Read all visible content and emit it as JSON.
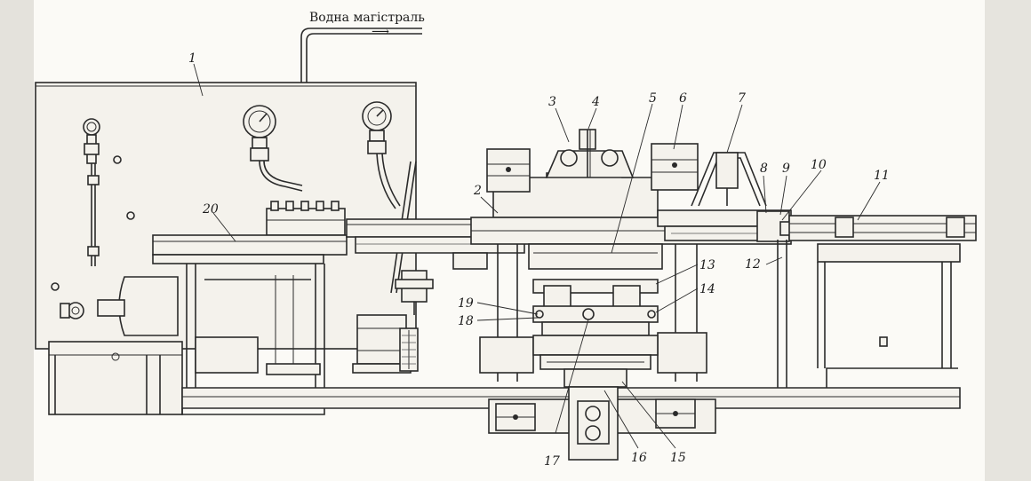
{
  "water_line": {
    "label": "Водна магістраль",
    "arrow": "⟶"
  },
  "callouts": [
    "1",
    "2",
    "3",
    "4",
    "5",
    "6",
    "7",
    "8",
    "9",
    "10",
    "11",
    "12",
    "13",
    "14",
    "15",
    "16",
    "17",
    "18",
    "19",
    "20"
  ]
}
